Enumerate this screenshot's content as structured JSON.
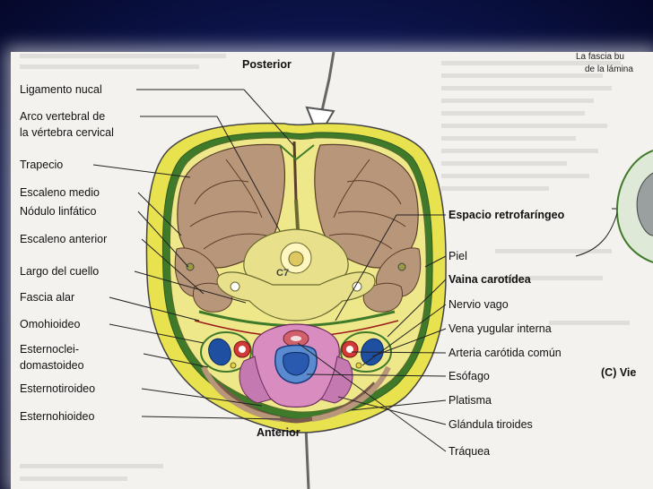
{
  "diagram": {
    "title_top": "Posterior",
    "title_bottom": "Anterior",
    "vertebra_label": "C7",
    "left_labels": [
      "Ligamento nucal",
      "Arco vertebral de",
      "la vértebra cervical",
      "Trapecio",
      "Escaleno medio",
      "Nódulo linfático",
      "Escaleno anterior",
      "Largo del cuello",
      "Fascia alar",
      "Omohioideo",
      "Esternoclei-",
      "domastoideo",
      "Esternotiroideo",
      "Esternohioideo"
    ],
    "right_labels": [
      "Espacio retrofaríngeo",
      "Piel",
      "Vaina carotídea",
      "Nervio vago",
      "Vena yugular interna",
      "Arteria carótida común",
      "Esófago",
      "Platisma",
      "Glándula tiroides",
      "Tráquea"
    ],
    "corner_note_line1": "La fascia bu",
    "corner_note_line2": "de la lámina",
    "side_caption": "(C) Vie"
  }
}
